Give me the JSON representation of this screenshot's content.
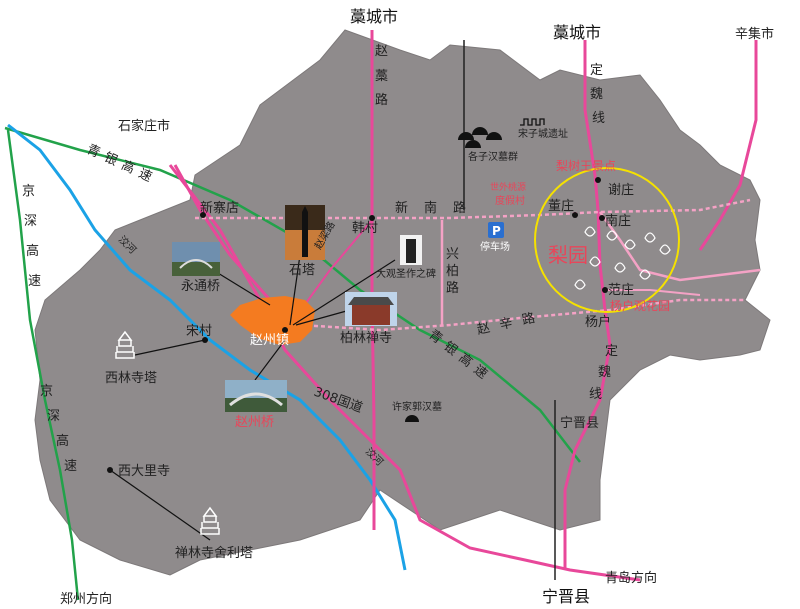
{
  "title": "藁城市",
  "places": {
    "gaocheng_top": "藁城市",
    "gaocheng_right": "藁城市",
    "xinji": "辛集市",
    "shijiazhuang": "石家庄市",
    "xinzhaidian": "新寨店",
    "hancun": "韩村",
    "dongzhuang": "董庄",
    "xiezhuang": "谢庄",
    "nanzhuang": "南庄",
    "fanzhuang": "范庄",
    "yanghu": "杨户",
    "songcun": "宋村",
    "zhaozhouzhen": "赵州镇",
    "ningjin": "宁晋县",
    "ningjin_bottom": "宁晋县",
    "qingdao": "青岛方向",
    "zhengzhou": "郑州方向",
    "parking": "停车场",
    "parking_sign": "P"
  },
  "roads": {
    "zhaogao": [
      "赵",
      "藁",
      "路"
    ],
    "dingwei_top": [
      "定",
      "魏",
      "线"
    ],
    "dingwei_bottom": [
      "定",
      "魏",
      "线"
    ],
    "qingyin_top": "青银高速",
    "qingyin_bottom": "青银高速",
    "jingshen_left": [
      "京",
      "深",
      "高",
      "速"
    ],
    "jingshen_right": [
      "京",
      "深",
      "高",
      "速"
    ],
    "xinnan": "新南路",
    "xingbai": [
      "兴",
      "柏",
      "路"
    ],
    "zhaoxin": "赵辛路",
    "road308": "308国道",
    "zhaoliang": "赵梁路",
    "xiaohe_top": "洨河",
    "xiaohe_bottom": "洨河"
  },
  "attractions": {
    "shita": "石塔",
    "yongtongqiao": "永通桥",
    "bailinchansi": "柏林禅寺",
    "zhaozhouqiao": "赵州桥",
    "xilinsita": "西林寺塔",
    "xidalisi": "西大里寺",
    "chanlinsi": "禅林寺舍利塔",
    "daguan": "大观圣作之碑",
    "songzi": "宋子城遗址",
    "gezi": "各子汉墓群",
    "xujiabang": "许家郭汉墓",
    "shiwai": "世外桃源",
    "dujiacun": "度假村",
    "lishu": "梨树王景点",
    "liyuan": "梨园",
    "yanghu_garden": "杨户观花园"
  },
  "colors": {
    "land": "#8f8b8c",
    "road_pink": "#e8489a",
    "road_pale": "#f4a2c5",
    "expressway": "#22a24a",
    "river": "#1ba2e6",
    "town": "#f47b20",
    "circle": "#f5e100",
    "label_red": "#e8465a"
  }
}
